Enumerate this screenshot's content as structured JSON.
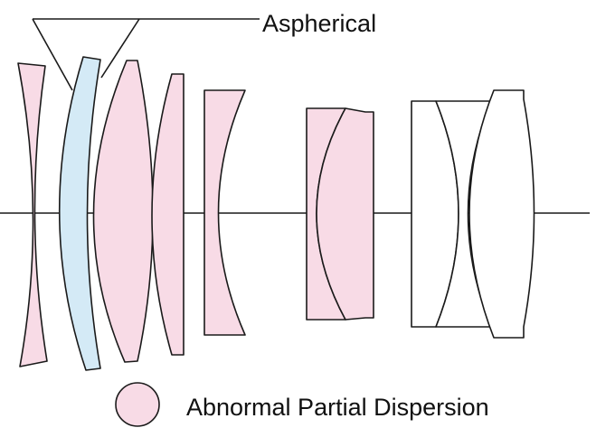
{
  "labels": {
    "aspherical": "Aspherical",
    "legend": "Abnormal Partial Dispersion"
  },
  "colors": {
    "abnormal_partial_dispersion": "#f8dbe6",
    "aspherical": "#d4eaf6",
    "standard_glass": "#ffffff",
    "outline": "#1a1a1a"
  },
  "lens_elements": [
    {
      "name": "lens-element-1",
      "glass": "abnormal_partial_dispersion"
    },
    {
      "name": "lens-element-2",
      "glass": "aspherical"
    },
    {
      "name": "lens-element-3",
      "glass": "abnormal_partial_dispersion"
    },
    {
      "name": "lens-element-4",
      "glass": "abnormal_partial_dispersion"
    },
    {
      "name": "lens-element-5",
      "glass": "abnormal_partial_dispersion"
    },
    {
      "name": "lens-element-6",
      "glass": "abnormal_partial_dispersion"
    },
    {
      "name": "lens-element-7",
      "glass": "abnormal_partial_dispersion"
    },
    {
      "name": "lens-element-8",
      "glass": "standard_glass"
    },
    {
      "name": "lens-element-9",
      "glass": "standard_glass"
    },
    {
      "name": "lens-element-10",
      "glass": "standard_glass"
    }
  ]
}
